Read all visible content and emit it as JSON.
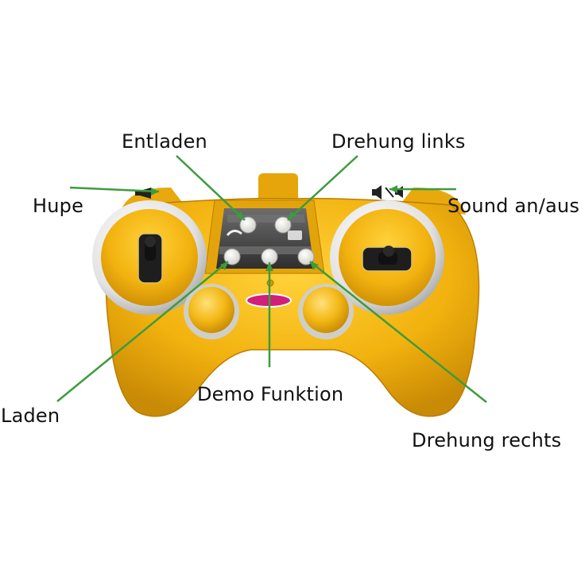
{
  "labels": {
    "entladen": "Entladen",
    "drehung_links": "Drehung links",
    "hupe": "Hupe",
    "sound": "Sound an/aus",
    "demo": "Demo Funktion",
    "laden": "Laden",
    "drehung_rechts": "Drehung rechts"
  },
  "colors": {
    "body": "#f2b20f",
    "body_dark": "#cf8f05",
    "ring": "#d9d9d9",
    "leader_line": "#3c9c3c",
    "panel": "#4a4a4a",
    "button_white": "#f1f1ec"
  },
  "icons": {
    "horn": "horn-icon",
    "sound": "speaker-icon",
    "logo": "brand-logo"
  }
}
